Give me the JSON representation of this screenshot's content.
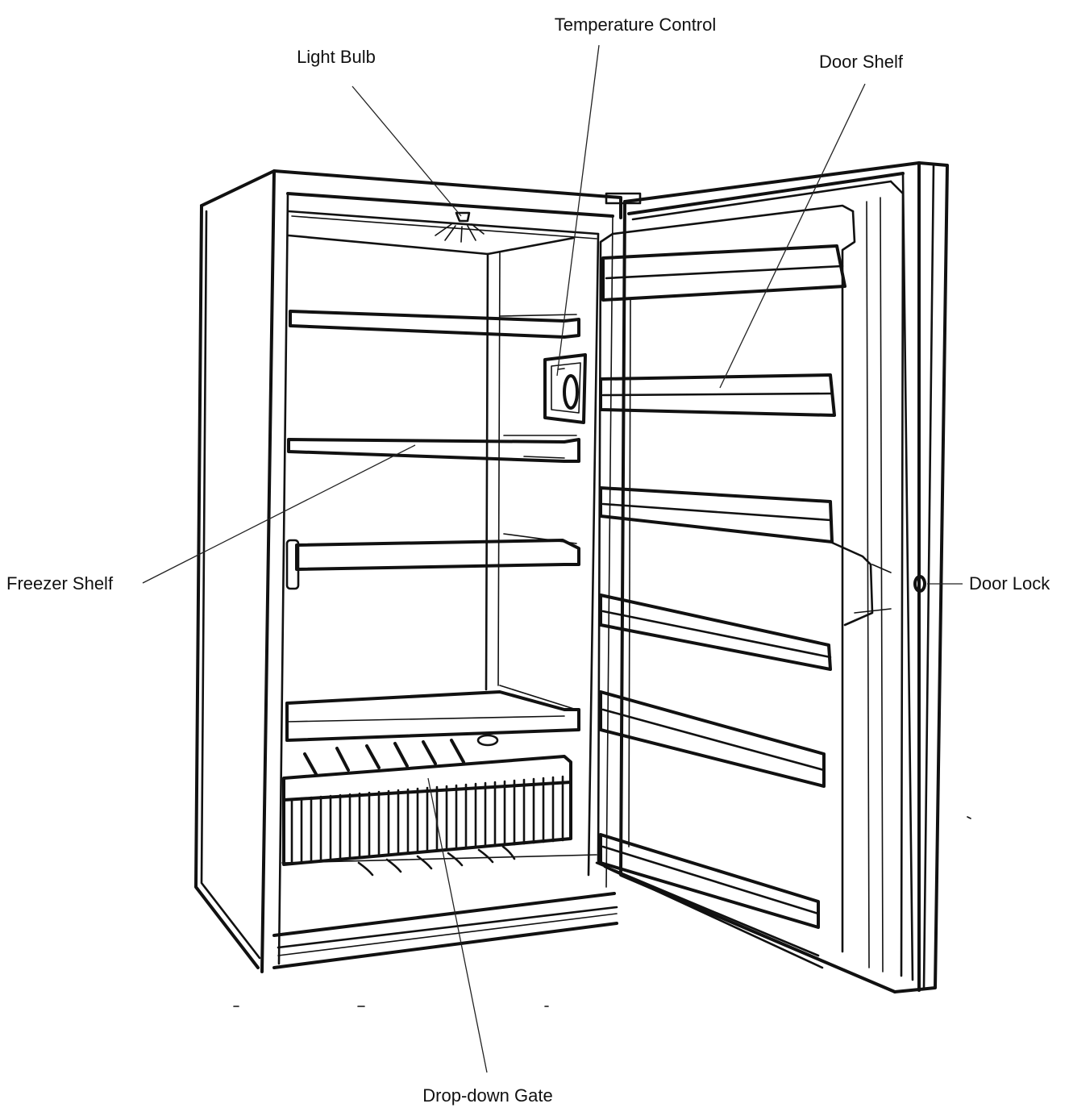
{
  "labels": {
    "temperature_control": "Temperature Control",
    "light_bulb": "Light Bulb",
    "door_shelf": "Door Shelf",
    "freezer_shelf": "Freezer Shelf",
    "door_lock": "Door Lock",
    "drop_down_gate": "Drop-down Gate"
  }
}
